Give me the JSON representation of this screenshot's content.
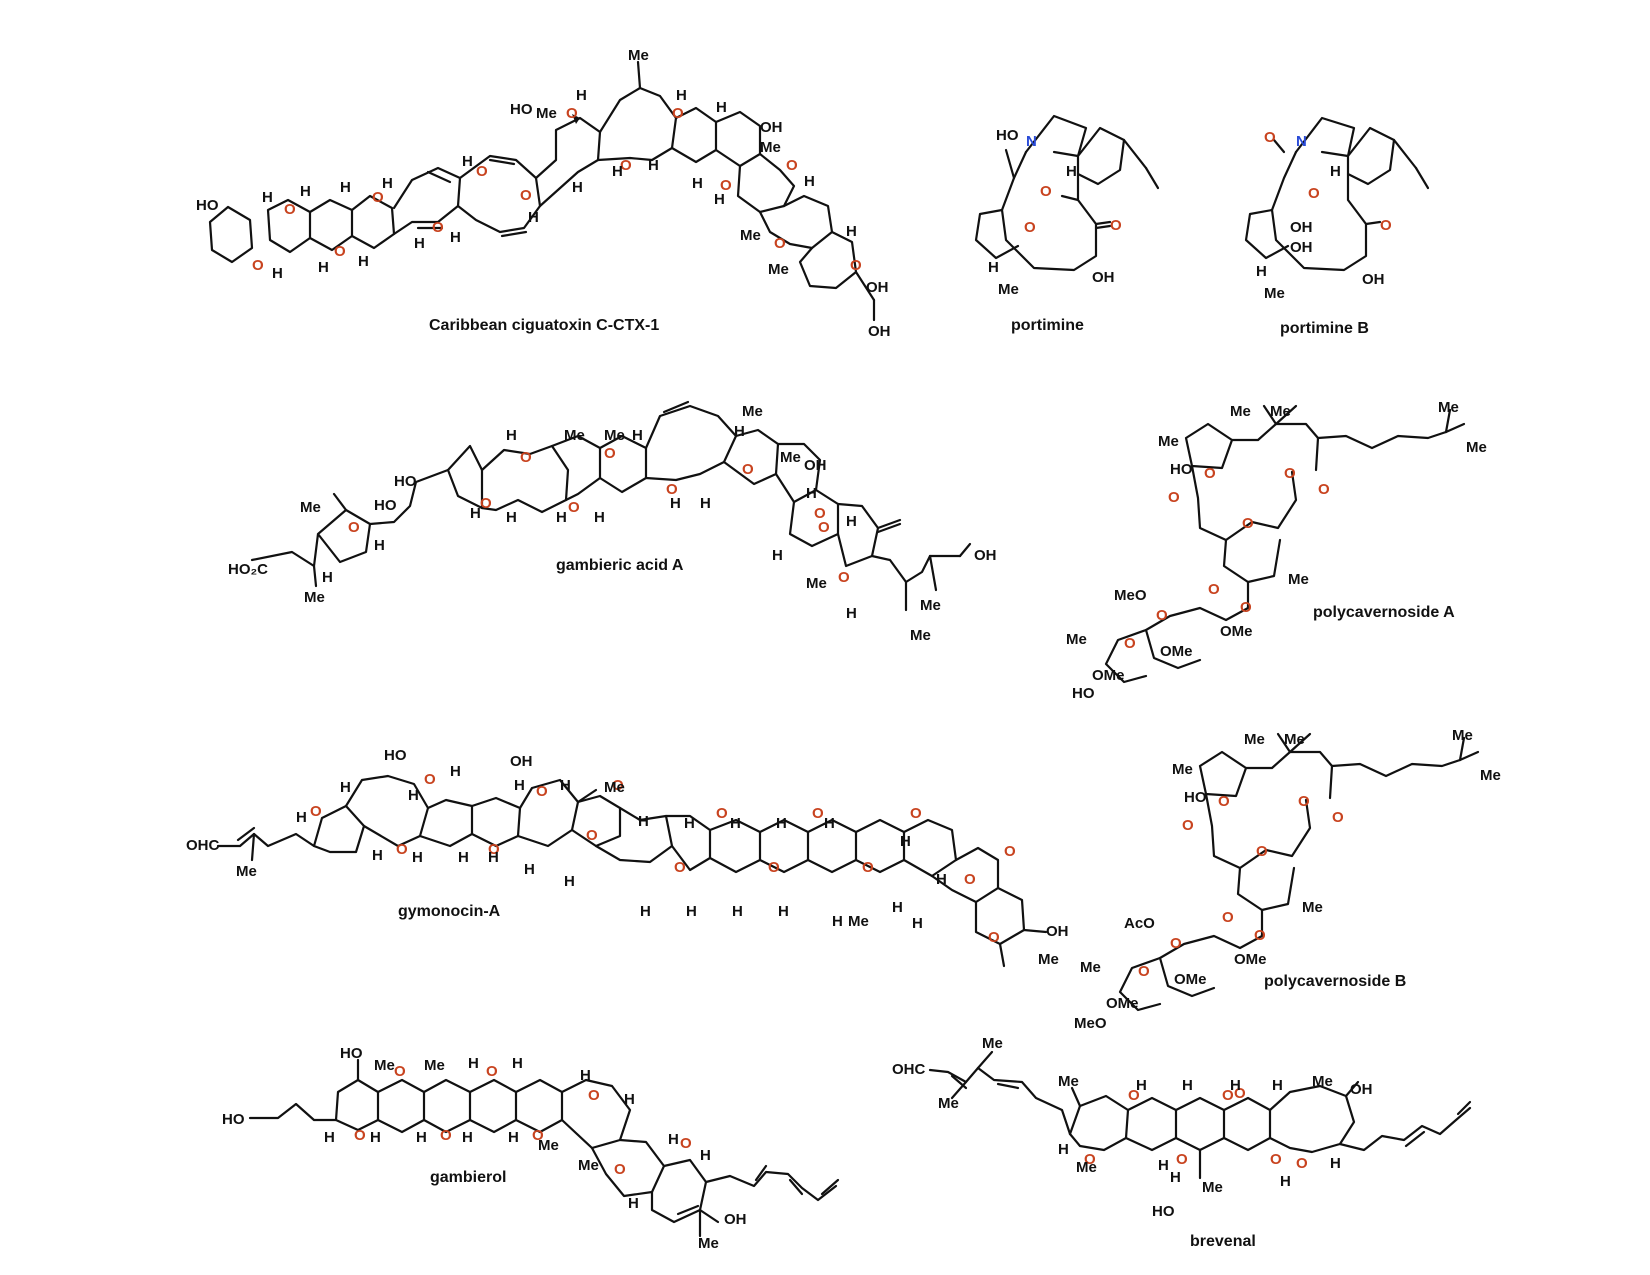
{
  "colors": {
    "bond": "#111111",
    "oxygen": "#c8431f",
    "nitrogen": "#2a4bd7",
    "background": "#ffffff"
  },
  "compounds": [
    {
      "name": "Caribbean ciguatoxin C-CTX-1"
    },
    {
      "name": "portimine"
    },
    {
      "name": "portimine B"
    },
    {
      "name": "gambieric acid A"
    },
    {
      "name": "polycavernoside A"
    },
    {
      "name": "gymonocin-A"
    },
    {
      "name": "polycavernoside B"
    },
    {
      "name": "gambierol"
    },
    {
      "name": "brevenal"
    }
  ],
  "atom_labels": {
    "O": "O",
    "H": "H",
    "Me": "Me",
    "HO": "HO",
    "OH": "OH",
    "N": "N",
    "OMe": "OMe",
    "MeO": "MeO",
    "AcO": "AcO",
    "OHC": "OHC",
    "HO2C": "HO₂C"
  }
}
